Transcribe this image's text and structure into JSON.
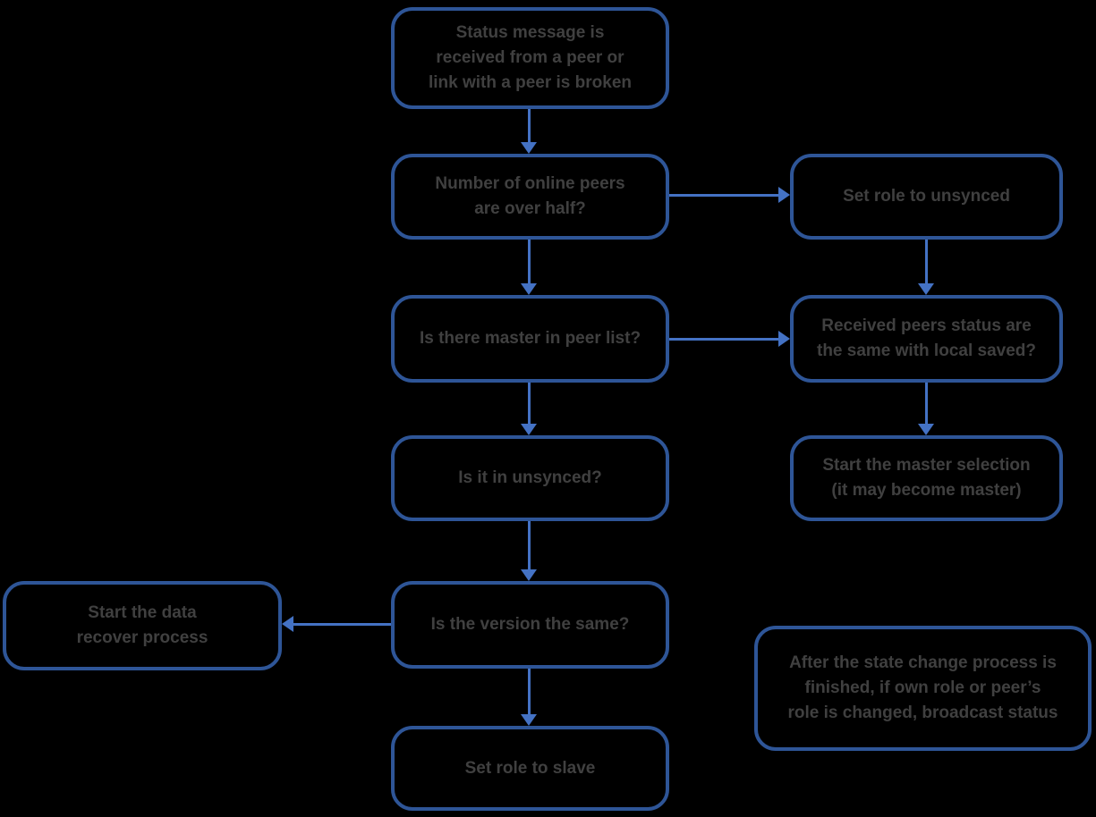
{
  "colors": {
    "background": "#000000",
    "box-border": "#2E5597",
    "arrow": "#4472C4",
    "text": "#404040"
  },
  "nodes": [
    {
      "id": "status-message",
      "label": "Status message is\nreceived from a peer or\nlink with a peer is broken"
    },
    {
      "id": "online-peers-over-half",
      "label": "Number of online peers\nare over half?"
    },
    {
      "id": "set-role-unsynced",
      "label": "Set role to unsynced"
    },
    {
      "id": "master-in-peer-list",
      "label": "Is there master in peer list?"
    },
    {
      "id": "peers-status-same",
      "label": "Received peers status are\nthe same with local saved?"
    },
    {
      "id": "is-in-unsynced",
      "label": "Is it in unsynced?"
    },
    {
      "id": "start-master-selection",
      "label": "Start the master selection\n(it may become master)"
    },
    {
      "id": "start-data-recover",
      "label": "Start the data\nrecover process"
    },
    {
      "id": "version-same",
      "label": "Is the version the same?"
    },
    {
      "id": "broadcast-note",
      "label": "After the state change process is\nfinished, if own role or peer’s\nrole is changed, broadcast status"
    },
    {
      "id": "set-role-slave",
      "label": "Set role to slave"
    }
  ]
}
